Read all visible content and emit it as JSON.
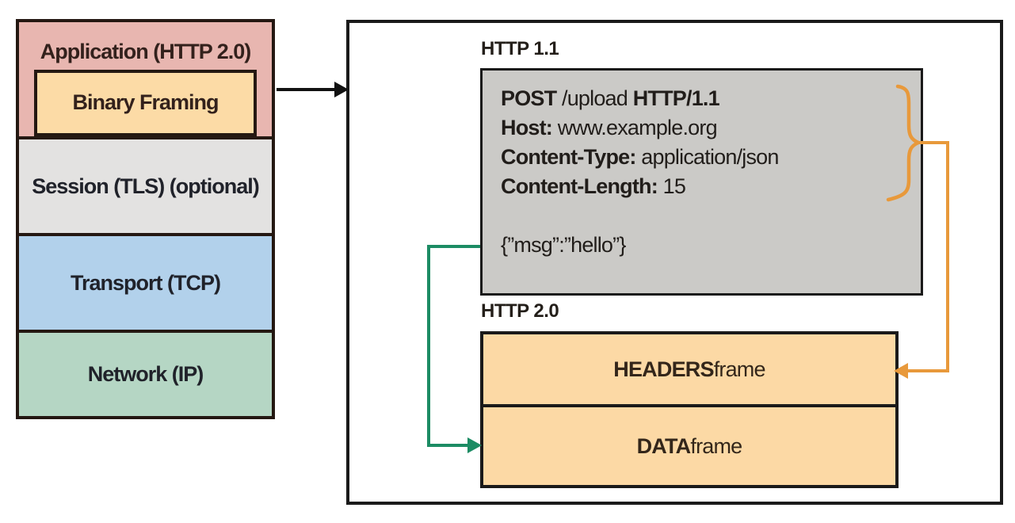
{
  "stack": {
    "layers": {
      "application": "Application (HTTP 2.0)",
      "binary_framing": "Binary Framing",
      "session": "Session (TLS) (optional)",
      "transport": "Transport (TCP)",
      "network": "Network (IP)"
    }
  },
  "panel": {
    "http11_label": "HTTP 1.1",
    "request": {
      "line1": {
        "method": "POST",
        "path": " /upload ",
        "version": "HTTP/1.1"
      },
      "line2": {
        "key": "Host:",
        "value": " www.example.org"
      },
      "line3": {
        "key": "Content-Type:",
        "value": " application/json"
      },
      "line4": {
        "key": "Content-Length:",
        "value": " 15"
      },
      "body": "{”msg”:”hello”}"
    },
    "http20_label": "HTTP 2.0",
    "frames": {
      "headers": {
        "keyword": "HEADERS",
        "rest": " frame"
      },
      "data": {
        "keyword": "DATA",
        "rest": " frame"
      }
    }
  },
  "colors": {
    "application_fill": "#e8b6b0",
    "binary_framing_fill": "#fcdba6",
    "session_fill": "#e3e2e1",
    "transport_fill": "#b2d1eb",
    "network_fill": "#b5d6c4",
    "request_box_fill": "#cbcac7",
    "frame_fill": "#fcd9a5",
    "outline": "#241812",
    "orange_arrow": "#e8993b",
    "green_arrow": "#1c8c64",
    "black_arrow": "#111111"
  }
}
